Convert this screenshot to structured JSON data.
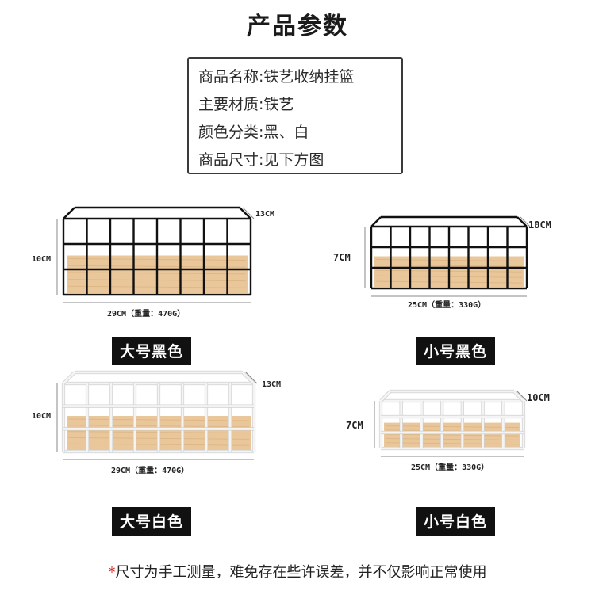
{
  "header": {
    "title": "产品参数"
  },
  "specs": [
    "商品名称:铁艺收纳挂篮",
    "主要材质:铁艺",
    "颜色分类:黑、白",
    "商品尺寸:见下方图"
  ],
  "products": [
    {
      "label": "大号黑色",
      "wire_color": "#111111",
      "height": "10CM",
      "depth": "13CM",
      "width_weight": "29CM（重量：470G）"
    },
    {
      "label": "小号黑色",
      "wire_color": "#111111",
      "height": "7CM",
      "depth": "10CM",
      "width_weight": "25CM（重量：330G）"
    },
    {
      "label": "大号白色",
      "wire_color": "#f4f4f4",
      "height": "10CM",
      "depth": "13CM",
      "width_weight": "29CM（重量：470G）"
    },
    {
      "label": "小号白色",
      "wire_color": "#f4f4f4",
      "height": "7CM",
      "depth": "10CM",
      "width_weight": "25CM（重量：330G）"
    }
  ],
  "colors": {
    "wood_light": "#e9c79b",
    "wood_dark": "#d8ad78",
    "note_star": "#e02020"
  },
  "footer": {
    "star": "*",
    "note": "尺寸为手工测量，难免存在些许误差，并不仅影响正常使用"
  }
}
